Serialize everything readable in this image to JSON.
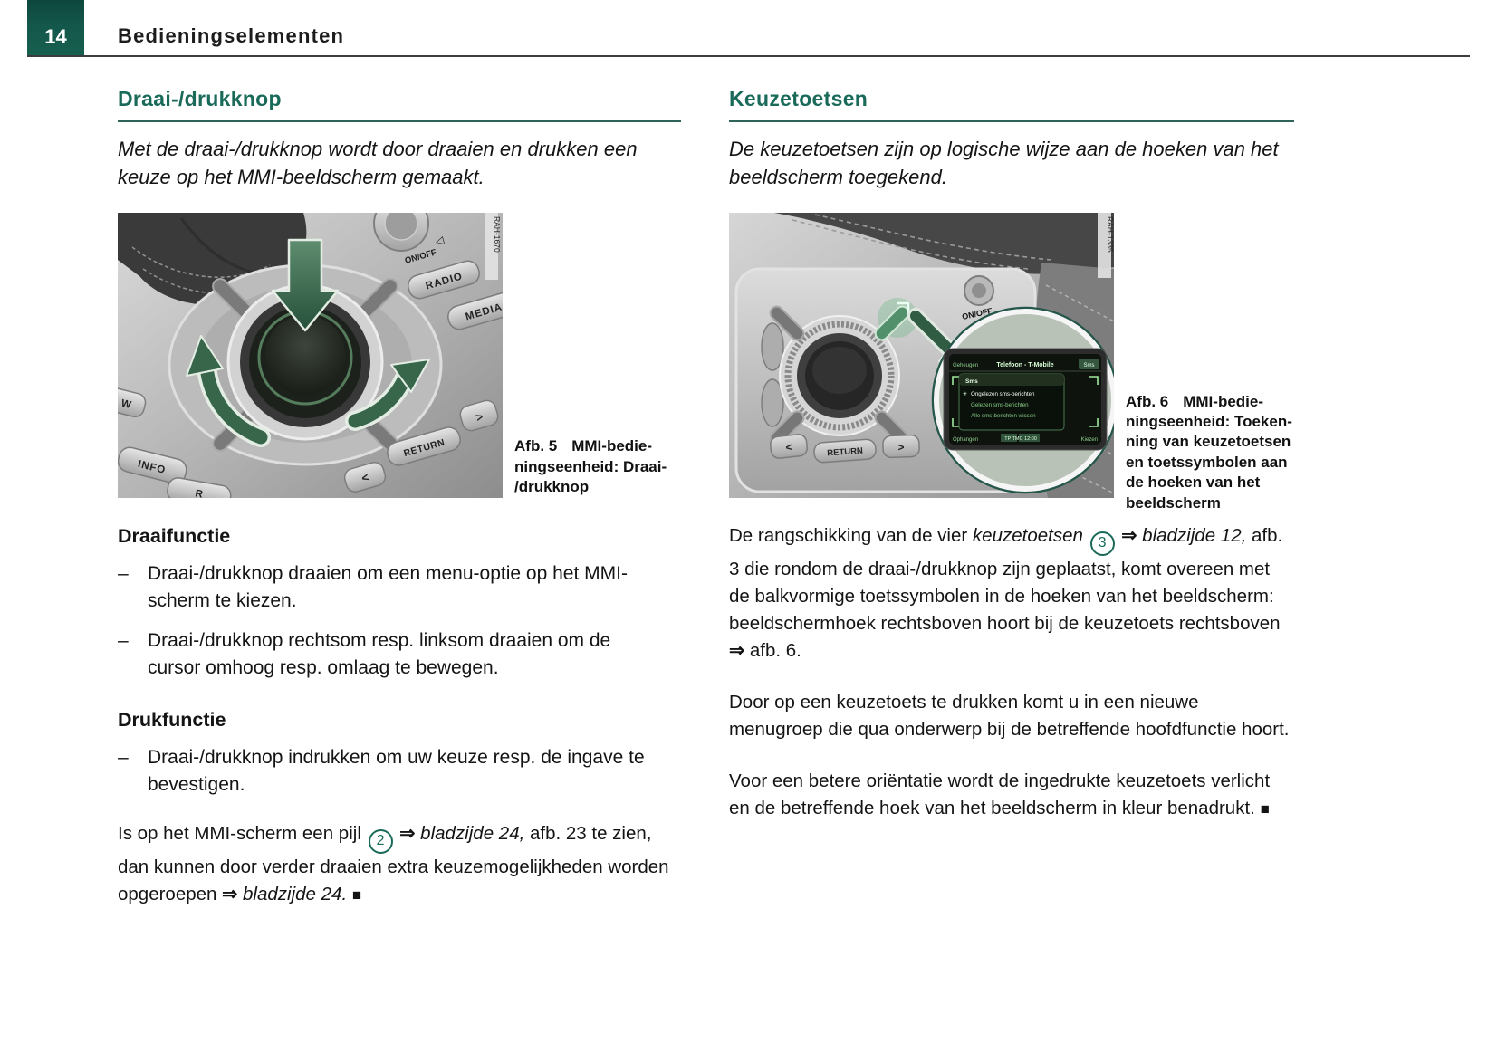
{
  "glyphs": {
    "dash": "–",
    "arrow": "⇒",
    "square": "■"
  },
  "page": {
    "number": "14",
    "title": "Bedieningselementen"
  },
  "left": {
    "heading": "Draai-/drukknop",
    "intro": "Met de draai-/drukknop wordt door draaien en drukken een keuze op het MMI-beeldscherm gemaakt.",
    "figure": {
      "ref": "RAH-1670",
      "caption_label": "Afb. 5",
      "caption_lines": [
        "MMI-bedie-",
        "ningseenheid: Draai-",
        "/drukknop"
      ],
      "labels": {
        "tel": "◁",
        "onoff": "ON/OFF",
        "radio": "RADIO",
        "media": "MEDIA",
        "nav": "W",
        "info": "INFO",
        "car": "R",
        "return": "RETURN",
        "next": ">",
        "prev": "<"
      }
    },
    "draaifunctie": {
      "title": "Draaifunctie",
      "items": [
        "Draai-/drukknop draaien om een menu-optie op het MMI-scherm te kiezen.",
        "Draai-/drukknop rechtsom resp. linksom draaien om de cursor omhoog resp. omlaag te bewegen."
      ]
    },
    "drukfunctie": {
      "title": "Drukfunctie",
      "items": [
        "Draai-/drukknop indrukken om uw keuze resp. de ingave te bevestigen."
      ]
    },
    "note": {
      "t1": "Is op het MMI-scherm een pijl",
      "badge": "2",
      "ref1": "bladzijde 24,",
      "t2": "afb. 23 te zien, dan kunnen door verder draaien extra keuzemogelijkheden worden opgeroepen",
      "ref2": "bladzijde 24."
    }
  },
  "right": {
    "heading": "Keuzetoetsen",
    "intro": "De keuzetoetsen zijn op logische wijze aan de hoeken van het beeldscherm toegekend.",
    "figure": {
      "ref": "RAH-1335",
      "caption_label": "Afb. 6",
      "caption_lines": [
        "MMI-bedie-",
        "ningseenheid: Toeken-",
        "ning van keuzetoetsen",
        "en toetssymbolen aan",
        "de hoeken van het",
        "beeldscherm"
      ],
      "labels": {
        "onoff": "ON/OFF",
        "prev": "<",
        "return": "RETURN",
        "next": ">"
      },
      "screen": {
        "top_left": "Geheugen",
        "top_center": "Telefoon - T-Mobile",
        "top_right": "Sms",
        "menu_title": "Sms",
        "item1": "Ongelezen sms-berichten",
        "item2": "Gelezen sms-berichten",
        "item3": "Alle sms-berichten wissen",
        "bottom_left": "Ophangen",
        "bottom_center": "TP TMC 12:00",
        "bottom_right": "Kiezen"
      }
    },
    "p1": {
      "t1": "De rangschikking van de vier",
      "i1": "keuzetoetsen",
      "badge": "3",
      "ref1": "bladzijde 12,",
      "t2": "afb. 3 die rondom de draai-/drukknop zijn geplaatst, komt overeen met de balkvormige toetssymbolen in de hoeken van het beeldscherm: beeldschermhoek rechtsboven hoort bij de keuzetoets rechtsboven",
      "t3": "afb. 6."
    },
    "p2": "Door op een keuzetoets te drukken komt u in een nieuwe menugroep die qua onderwerp bij de betreffende hoofdfunctie hoort.",
    "p3": {
      "t1": "Voor een betere oriëntatie wordt de ingedrukte keuzetoets verlicht en de betreffende hoek van het beeldscherm in kleur benadrukt."
    }
  }
}
